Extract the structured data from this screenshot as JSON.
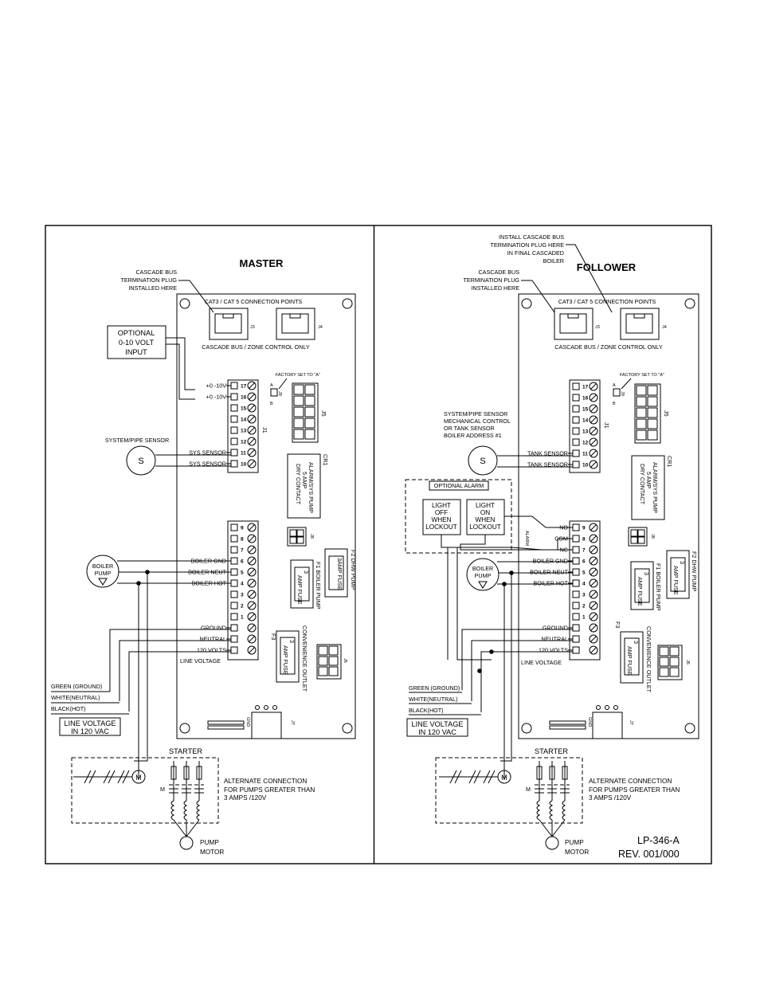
{
  "panels": [
    {
      "title": "MASTER",
      "cascade_note": [
        "CASCADE BUS",
        "TERMINATION PLUG",
        "INSTALLED HERE"
      ],
      "cat_points": "CAT3 / CAT 5 CONNECTION POINTS",
      "cascade_only": "CASCADE BUS / ZONE CONTROL ONLY",
      "j3": "J3",
      "j4": "J4",
      "j1": "J1",
      "j5": "J5",
      "j6": "J6",
      "j7": "J7",
      "j8": "J8",
      "gnd": "GND",
      "factory_set": "FACTORY SET TO \"A\"",
      "jumper_a": "A",
      "jumper_b": "B",
      "jumper_j9": "J9",
      "optional_input": [
        "OPTIONAL",
        "0-10 VOLT",
        "INPUT"
      ],
      "sensor_label": "SYSTEM/PIPE SENSOR",
      "sensor_symbol": "S",
      "upper_terms": [
        "17",
        "16",
        "15",
        "14",
        "13",
        "12",
        "11",
        "10"
      ],
      "upper_labels": [
        "+0 -10V",
        "+0 -10V",
        "",
        "",
        "",
        "",
        "SYS SENSOR",
        "SYS SENSOR"
      ],
      "lower_terms": [
        "9",
        "8",
        "7",
        "6",
        "5",
        "4",
        "3",
        "2",
        "1",
        "",
        "",
        ""
      ],
      "lower_labels": [
        "",
        "",
        "",
        "BOILER GND",
        "BOILER NEUT",
        "BOILER HOT",
        "",
        "",
        "",
        "GROUND",
        "NEUTRAL",
        "120 VOLTS"
      ],
      "line_voltage": "LINE VOLTAGE",
      "cr1": "CR1",
      "cr1_text": [
        "ALARM/SYS PUMP",
        "5 AMP",
        "DRY CONTACT"
      ],
      "f1": "F1 BOILER PUMP",
      "f1_fuse": [
        "3",
        "AMP FUSE"
      ],
      "f2": "F2 DHW PUMP",
      "f2_fuse": [
        "3AMP FUSE"
      ],
      "f3": "F3",
      "f3_fuse": [
        "3",
        "AMP FUSE"
      ],
      "conv": "CONVENIENCE OUTLET",
      "pump": [
        "BOILER",
        "PUMP"
      ],
      "wires": [
        "GREEN (GROUND)",
        "WHITE(NEUTRAL)",
        "BLACK(HOT)"
      ],
      "line_voltage_box": [
        "LINE VOLTAGE",
        "IN 120 VAC"
      ],
      "starter": "STARTER",
      "m_label": "M",
      "motor_symbol": "M",
      "alternate": [
        "ALTERNATE CONNECTION",
        "FOR PUMPS GREATER THAN",
        "3 AMPS /120V"
      ],
      "pump_motor": [
        "PUMP",
        "MOTOR"
      ]
    },
    {
      "title": "FOLLOWER",
      "install_note": [
        "INSTALL CASCADE BUS",
        "TERMINATION PLUG HERE",
        "IN FINAL CASCADED",
        "BOILER"
      ],
      "cascade_note": [
        "CASCADE BUS",
        "TERMINATION PLUG",
        "INSTALLED HERE"
      ],
      "cat_points": "CAT3 / CAT 5 CONNECTION POINTS",
      "cascade_only": "CASCADE BUS / ZONE CONTROL ONLY",
      "j3": "J3",
      "j4": "J4",
      "j1": "J1",
      "j5": "J5",
      "j6": "J6",
      "j7": "J7",
      "j8": "J8",
      "gnd": "GND",
      "factory_set": "FACTORY SET TO \"A\"",
      "jumper_a": "A",
      "jumper_b": "B",
      "jumper_j9": "J9",
      "sensor_label": [
        "SYSTEM/PIPE SENSOR",
        "MECHANICAL CONTROL",
        "OR TANK SENSOR",
        "BOILER ADDRESS #1"
      ],
      "sensor_symbol": "S",
      "upper_terms": [
        "17",
        "16",
        "15",
        "14",
        "13",
        "12",
        "11",
        "10"
      ],
      "upper_labels": [
        "",
        "",
        "",
        "",
        "",
        "",
        "TANK SENSOR",
        "TANK SENSOR"
      ],
      "lower_terms": [
        "9",
        "8",
        "7",
        "6",
        "5",
        "4",
        "3",
        "2",
        "1",
        "",
        "",
        ""
      ],
      "lower_labels": [
        "NO",
        "COM",
        "NC",
        "BOILER GND",
        "BOILER NEUT",
        "BOILER HOT",
        "",
        "",
        "",
        "GROUND",
        "NEUTRAL",
        "120 VOLTS"
      ],
      "alarm": "ALARM",
      "optional_alarm": "OPTIONAL ALARM",
      "light_off": [
        "LIGHT",
        "OFF",
        "WHEN",
        "LOCKOUT"
      ],
      "light_on": [
        "LIGHT",
        "ON",
        "WHEN",
        "LOCKOUT"
      ],
      "line_voltage": "LINE VOLTAGE",
      "cr1": "CR1",
      "cr1_text": [
        "ALARM/SYS PUMP",
        "5 AMP",
        "DRY CONTACT"
      ],
      "f1": "F1 BOILER PUMP",
      "f1_fuse": [
        "3",
        "AMP FUSE"
      ],
      "f2": "F2 DHW PUMP",
      "f2_fuse": [
        "3",
        "AMP FUSE"
      ],
      "f3": "F3",
      "f3_fuse": [
        "3",
        "AMP FUSE"
      ],
      "conv": "CONVENIENCE OUTLET",
      "pump": [
        "BOILER",
        "PUMP"
      ],
      "wires": [
        "GREEN (GROUND)",
        "WHITE(NEUTRAL)",
        "BLACK(HOT)"
      ],
      "line_voltage_box": [
        "LINE VOLTAGE",
        "IN 120 VAC"
      ],
      "starter": "STARTER",
      "m_label": "M",
      "motor_symbol": "M",
      "alternate": [
        "ALTERNATE CONNECTION",
        "FOR PUMPS GREATER THAN",
        "3 AMPS /120V"
      ],
      "pump_motor": [
        "PUMP",
        "MOTOR"
      ]
    }
  ],
  "drawing_number": "LP-346-A",
  "revision": "REV. 001/000"
}
